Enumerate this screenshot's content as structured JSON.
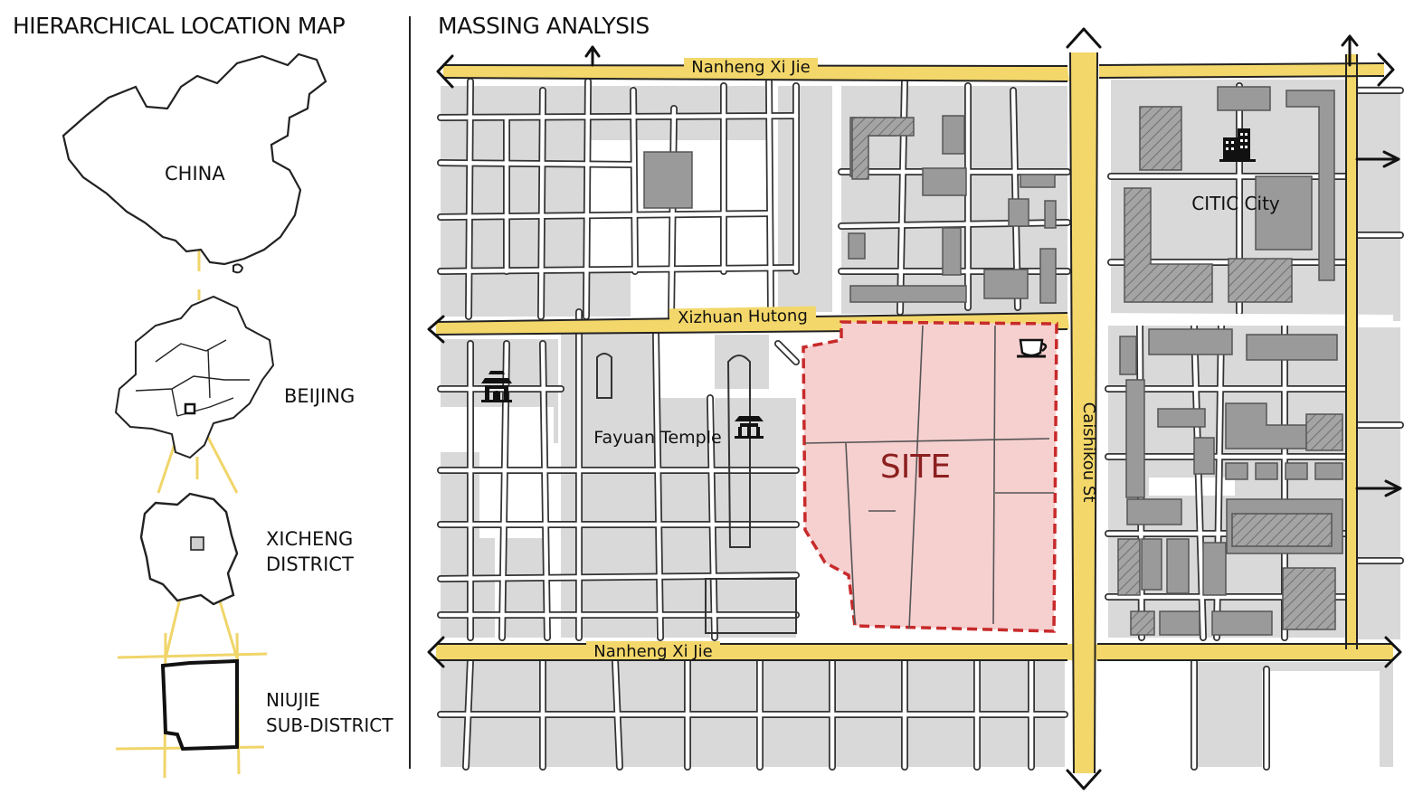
{
  "left_panel": {
    "title": "HIERARCHICAL LOCATION MAP",
    "levels": [
      {
        "line1": "CHINA",
        "line2": ""
      },
      {
        "line1": "BEIJING",
        "line2": ""
      },
      {
        "line1": "XICHENG",
        "line2": "DISTRICT"
      },
      {
        "line1": "NIUJIE",
        "line2": "SUB-DISTRICT"
      }
    ]
  },
  "right_panel": {
    "title": "MASSING ANALYSIS",
    "roads": {
      "north": "Nanheng Xi Jie",
      "middle": "Xizhuan Hutong",
      "south": "Nanheng Xi Jie",
      "east": "Caishikou St"
    },
    "labels": {
      "site": "SITE",
      "temple": "Fayuan Temple",
      "citic": "CITIC City"
    },
    "icons": [
      "temple-gate-icon",
      "pagoda-icon",
      "coffee-cup-icon",
      "office-building-icon"
    ]
  },
  "colors": {
    "road_fill": "#f3d76a",
    "block_gray": "#d9d9d9",
    "building_gray": "#9a9a9a",
    "site_fill": "#f6cfcf",
    "site_outline": "#c82a2a",
    "site_text": "#8c1f1f"
  }
}
